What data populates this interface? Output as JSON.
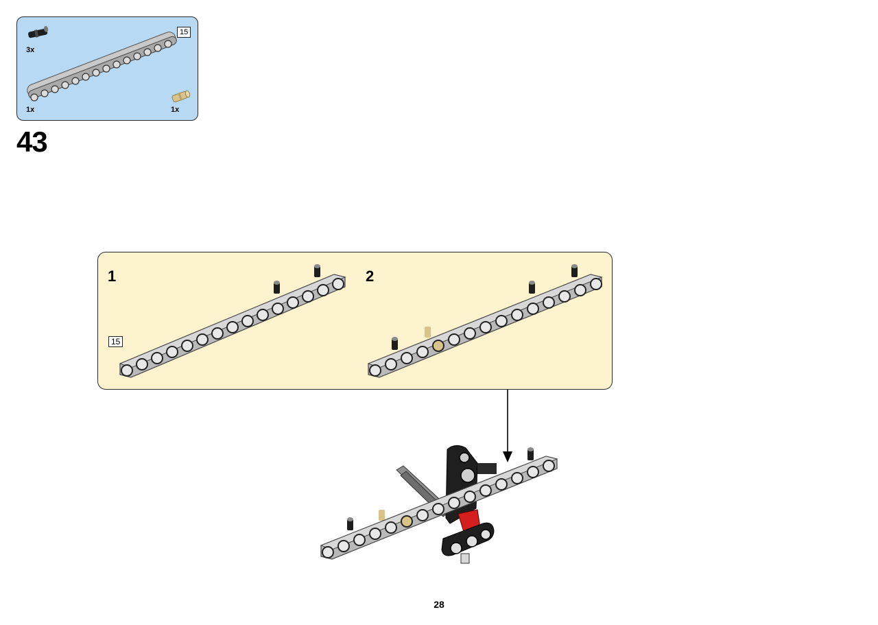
{
  "parts_callout": {
    "items": [
      {
        "icon": "black-connector-pin-icon",
        "quantity": "3x"
      },
      {
        "icon": "grey-15-hole-beam-icon",
        "quantity": "1x",
        "length_label": "15"
      },
      {
        "icon": "tan-axle-pin-icon",
        "quantity": "1x"
      }
    ]
  },
  "step": {
    "number": "43"
  },
  "sub_assembly": {
    "steps": [
      {
        "number": "1",
        "length_label": "15"
      },
      {
        "number": "2"
      }
    ]
  },
  "colors": {
    "parts_bg": "#b8d9f3",
    "subassembly_bg": "#fdf3cf",
    "beam_grey": "#a9a9a9",
    "pin_black": "#1e1e1e",
    "pin_tan": "#d9c38a",
    "accent_red": "#d51f1f"
  },
  "page": {
    "number": "28"
  }
}
